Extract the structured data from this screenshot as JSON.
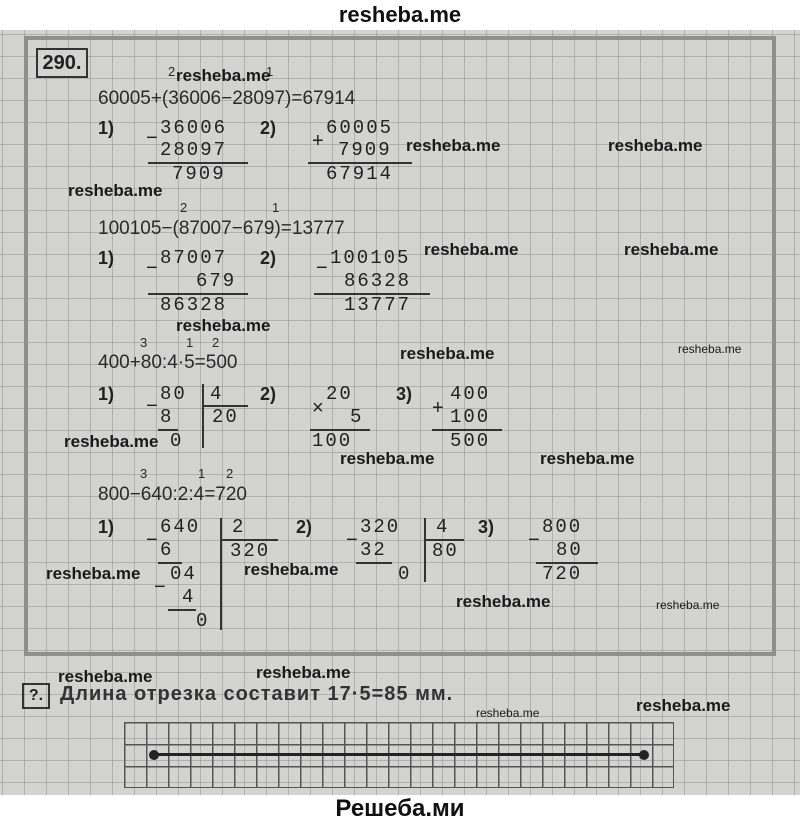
{
  "header": {
    "site_title": "resheba.me"
  },
  "footer": {
    "site_title": "Решеба.ми"
  },
  "task": {
    "number": "290."
  },
  "expr1": {
    "order_marks": [
      "2",
      "1"
    ],
    "expression": "60005+(36006−28097)=67914",
    "step1": {
      "label": "1)",
      "operator": "−",
      "a": "36006",
      "b": "28097",
      "result": "7909"
    },
    "step2": {
      "label": "2)",
      "operator": "+",
      "a": "60005",
      "b": "7909",
      "result": "67914"
    }
  },
  "expr2": {
    "order_marks": [
      "2",
      "1"
    ],
    "expression": "100105−(87007−679)=13777",
    "step1": {
      "label": "1)",
      "operator": "−",
      "a": "87007",
      "b": "679",
      "result": "86328"
    },
    "step2": {
      "label": "2)",
      "operator": "−",
      "a": "100105",
      "b": "86328",
      "result": "13777"
    }
  },
  "expr3": {
    "order_marks": [
      "3",
      "1",
      "2"
    ],
    "expression": "400+80:4·5=500",
    "step1": {
      "label": "1)",
      "dividend": "80",
      "divisor": "4",
      "quotient": "20",
      "subtract": "8",
      "minus": "−",
      "remainder": "0"
    },
    "step2": {
      "label": "2)",
      "operator": "×",
      "a": "20",
      "b": "5",
      "result": "100"
    },
    "step3": {
      "label": "3)",
      "operator": "+",
      "a": "400",
      "b": "100",
      "result": "500"
    }
  },
  "expr4": {
    "order_marks": [
      "3",
      "1",
      "2"
    ],
    "expression": "800−640:2:4=720",
    "step1": {
      "label": "1)",
      "dividend": "640",
      "divisor": "2",
      "quotient": "320",
      "sub1": "6",
      "mid": "04",
      "sub2": "4",
      "minus": "−",
      "remainder": "0"
    },
    "step2": {
      "label": "2)",
      "dividend": "320",
      "divisor": "4",
      "quotient": "80",
      "subtract": "32",
      "minus": "−",
      "remainder": "0"
    },
    "step3": {
      "label": "3)",
      "operator": "−",
      "a": "800",
      "b": "80",
      "result": "720"
    }
  },
  "question": {
    "marker": "?.",
    "text": "Длина отрезка составит 17·5=85 мм."
  },
  "watermarks": {
    "bold": "resheba.me",
    "small": "resheba.me"
  }
}
